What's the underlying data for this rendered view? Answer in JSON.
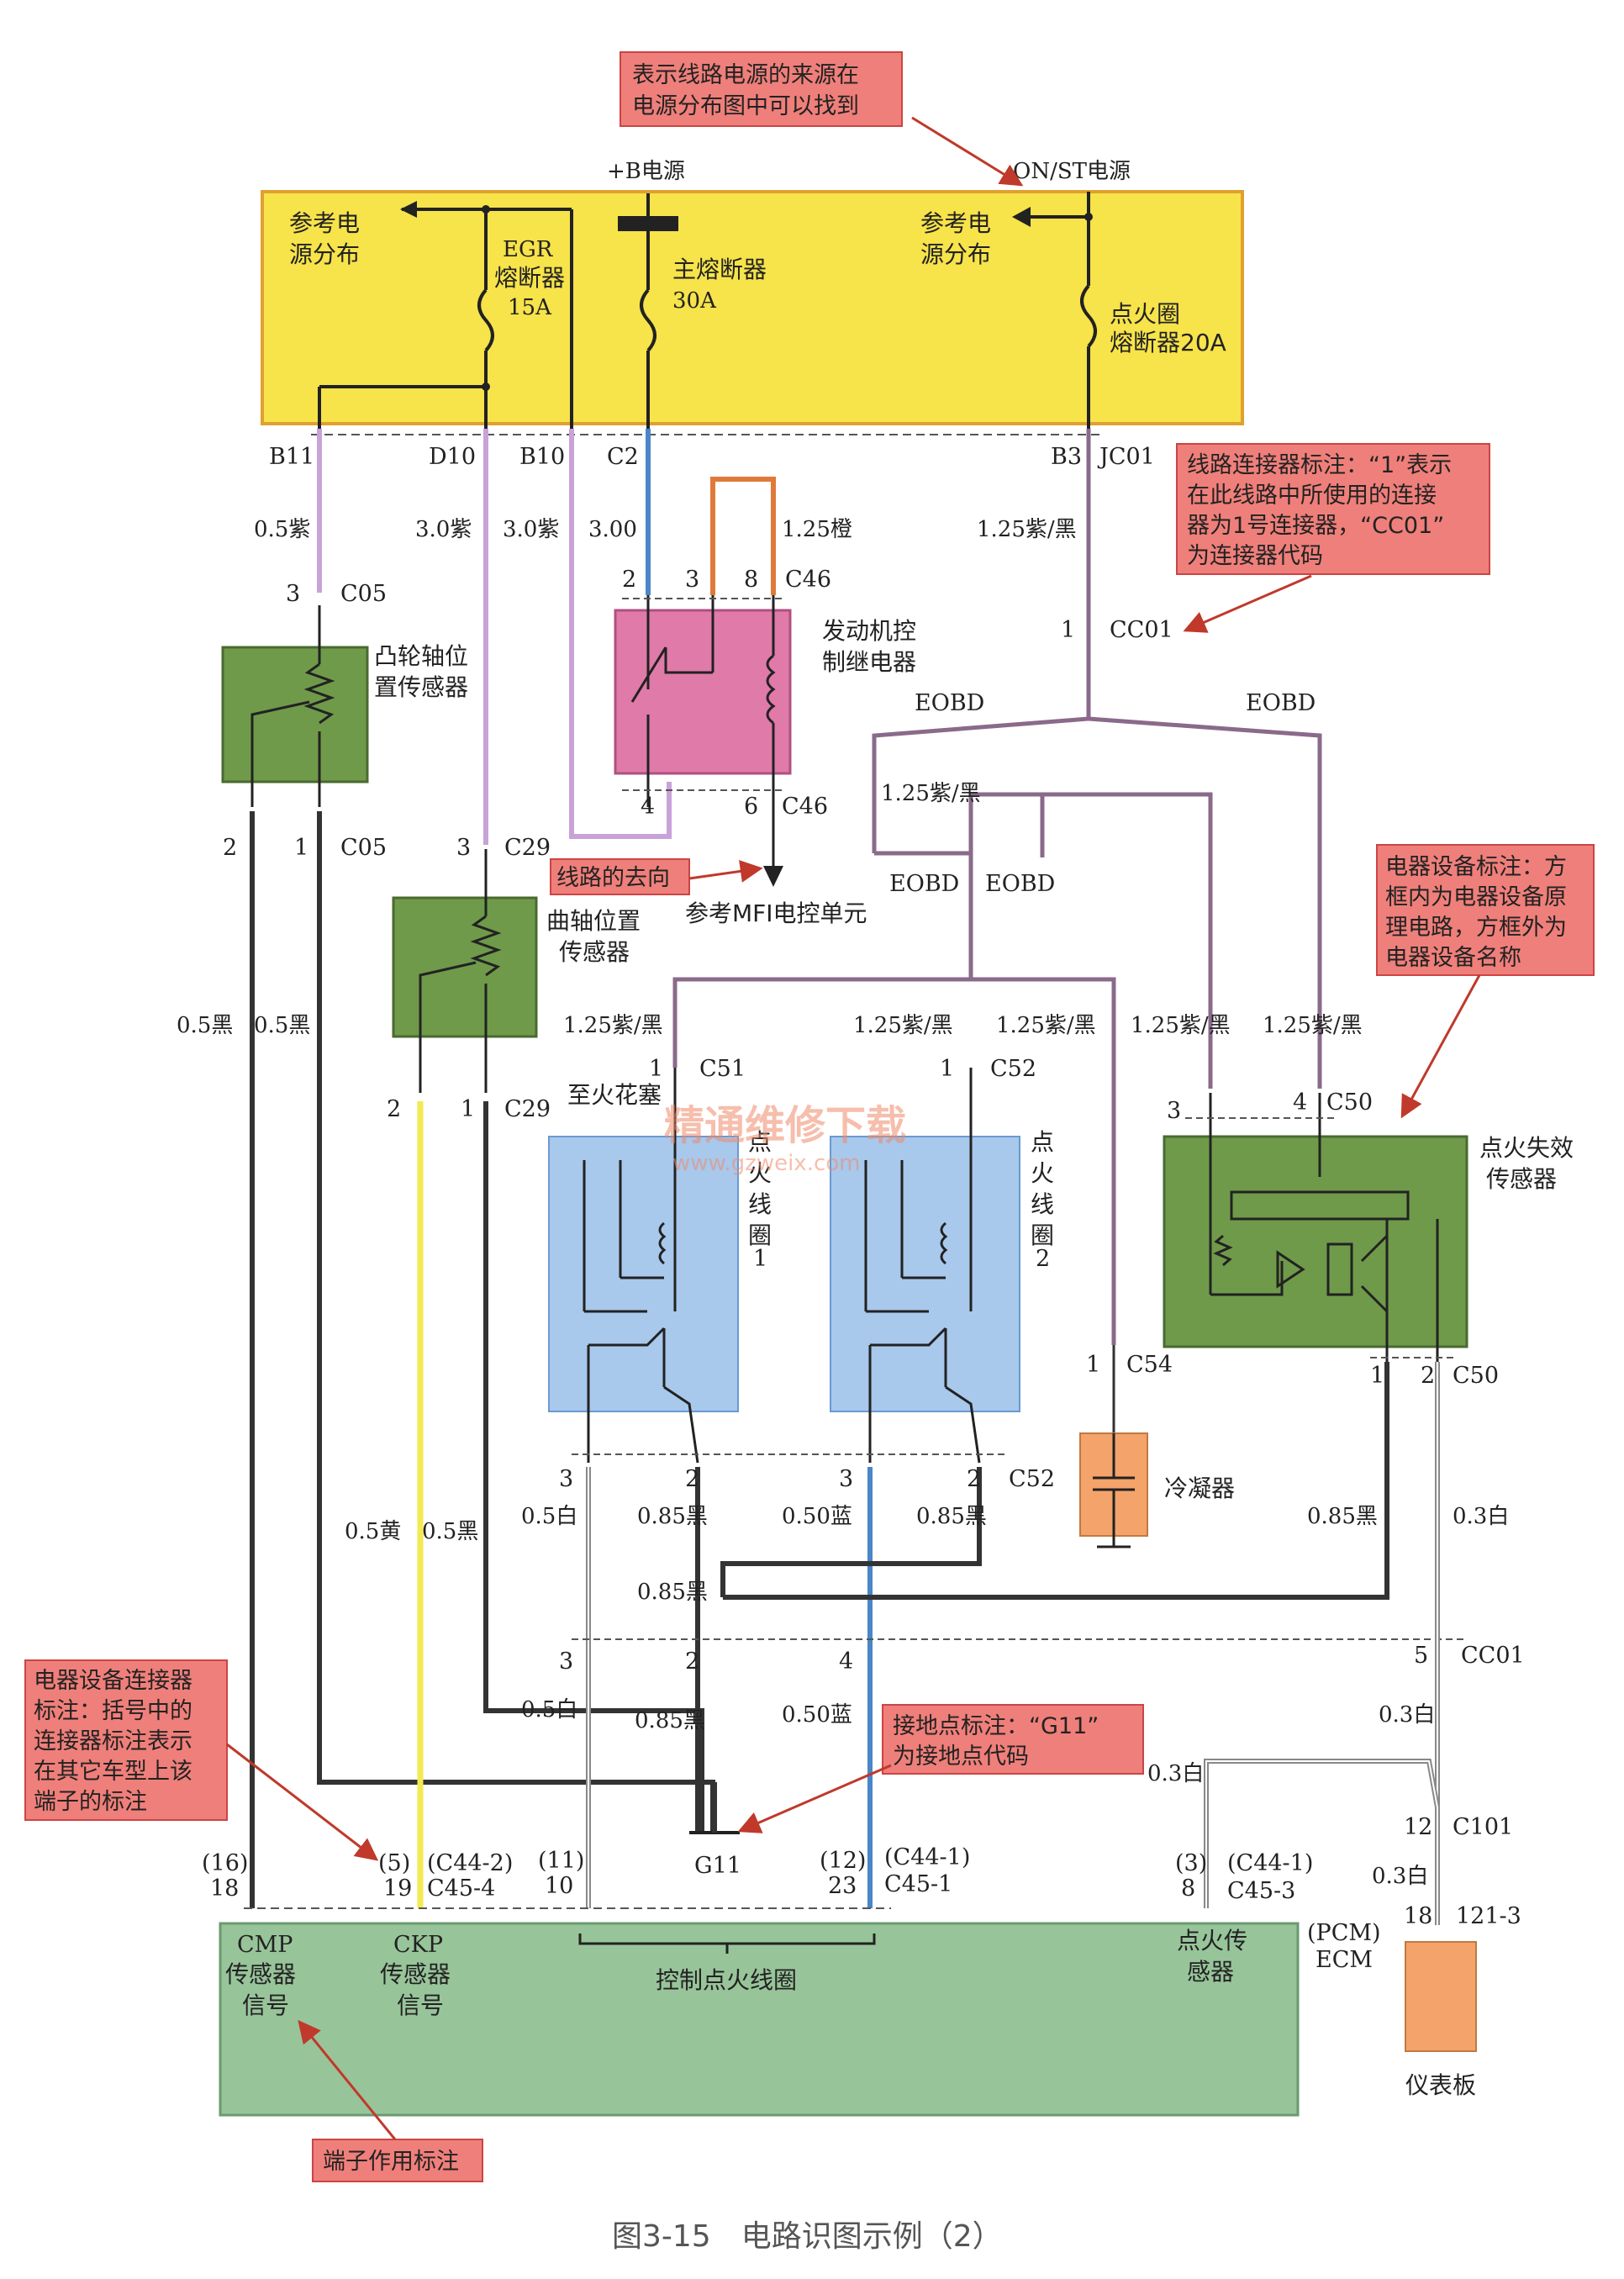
{
  "caption": "图3-15　电路识图示例（2）",
  "watermark": {
    "line1": "精通维修下载",
    "line2": "www.gzweix.com"
  },
  "power": {
    "bplus": "+B电源",
    "onst": "ON/ST电源"
  },
  "fusebox": {
    "ref_left_1": "参考电",
    "ref_left_2": "源分布",
    "ref_right_1": "参考电",
    "ref_right_2": "源分布",
    "egr_1": "EGR",
    "egr_2": "熔断器",
    "egr_3": "15A",
    "main_1": "主熔断器",
    "main_2": "30A",
    "ign_1": "点火圈",
    "ign_2": "熔断器20A"
  },
  "terminals": {
    "b11": "B11",
    "d10": "D10",
    "b10": "B10",
    "c2": "C2",
    "b3": "B3",
    "jc01": "JC01"
  },
  "wires": {
    "w_b11": "0.5紫",
    "w_d10": "3.0紫",
    "w_b10": "3.0紫",
    "w_c2": "3.00",
    "w_orange": "1.25橙",
    "w_b3": "1.25紫/黑",
    "w_eobd_mid": "1.25紫/黑",
    "w_blk1": "0.5黑",
    "w_blk2": "0.5黑",
    "w_c51": "1.25紫/黑",
    "w_c52a": "1.25紫/黑",
    "w_c52b": "1.25紫/黑",
    "w_c50a": "1.25紫/黑",
    "w_c50b": "1.25紫/黑",
    "w_yel": "0.5黄",
    "w_blk3": "0.5黑",
    "w_wh1": "0.5白",
    "w_bk85a": "0.85黑",
    "w_blue1": "0.50蓝",
    "w_bk85b": "0.85黑",
    "w_bk85c": "0.85黑",
    "w_bk85d": "0.85黑",
    "w_wh03a": "0.3白",
    "w_wh2": "0.5白",
    "w_bk85e": "0.85黑",
    "w_blue2": "0.50蓝",
    "w_wh03b": "0.3白",
    "w_wh03c": "0.3白",
    "w_wh03d": "0.3白"
  },
  "connectors": {
    "c05_top": "C05",
    "c05_bot": "C05",
    "c29_top": "C29",
    "c29_bot": "C29",
    "c46_top": "C46",
    "c46_bot": "C46",
    "cc01_top": "CC01",
    "cc01_bot": "CC01",
    "c51": "C51",
    "c52_top": "C52",
    "c52_bot": "C52",
    "c50_top": "C50",
    "c50_bot": "C50",
    "c54": "C54",
    "c101": "C101",
    "c121": "121-3",
    "eobd1": "EOBD",
    "eobd2": "EOBD",
    "eobd3": "EOBD",
    "eobd4": "EOBD"
  },
  "pins": {
    "p3a": "3",
    "p2a": "2",
    "p1a": "1",
    "p3b": "3",
    "p2b": "2",
    "p1b": "1",
    "r2": "2",
    "r3": "3",
    "r8": "8",
    "r4": "4",
    "r6": "6",
    "cc1": "1",
    "c51_1": "1",
    "c52_1": "1",
    "c50_3": "3",
    "c50_4": "4",
    "c50_1": "1",
    "c50_2": "2",
    "c54_1": "1",
    "k3a": "3",
    "k2a": "2",
    "k3b": "3",
    "k2b": "2",
    "m3": "3",
    "m2": "2",
    "m4": "4",
    "m5": "5",
    "c101_12": "12",
    "c121_18": "18",
    "e16": "(16)",
    "e18": "18",
    "e5": "(5)",
    "e19": "19",
    "e11": "(11)",
    "e10": "10",
    "e12": "(12)",
    "e23": "23",
    "e3": "(3)",
    "e8": "8"
  },
  "ecm_conn": {
    "c44_2": "(C44-2)",
    "c45_4": "C45-4",
    "c44_1a": "(C44-1)",
    "c45_1": "C45-1",
    "c44_1b": "(C44-1)",
    "c45_3": "C45-3"
  },
  "components": {
    "cmp_1": "凸轮轴位",
    "cmp_2": "置传感器",
    "ckp_1": "曲轴位置",
    "ckp_2": "传感器",
    "relay_1": "发动机控",
    "relay_2": "制继电器",
    "mfi": "参考MFI电控单元",
    "coil1": [
      "点",
      "火",
      "线",
      "圈",
      "1"
    ],
    "coil2": [
      "点",
      "火",
      "线",
      "圈",
      "2"
    ],
    "spark": "至火花塞",
    "fail_1": "点火失效",
    "fail_2": "传感器",
    "cond": "冷凝器",
    "g11": "G11",
    "ecm_cmp": [
      "CMP",
      "传感器",
      "信号"
    ],
    "ecm_ckp": [
      "CKP",
      "传感器",
      "信号"
    ],
    "ecm_ctrl": "控制点火线圈",
    "ecm_ign": [
      "点火传",
      "感器"
    ],
    "ecm_pcm": "(PCM)",
    "ecm_ecm": "ECM",
    "panel": "仪表板"
  },
  "notes": {
    "power_src": [
      "表示线路电源的来源在",
      "电源分布图中可以找到"
    ],
    "conn_label": [
      "线路连接器标注：“1”表示",
      "在此线路中所使用的连接",
      "器为1号连接器，“CC01”",
      "为连接器代码"
    ],
    "direction": "线路的去向",
    "device": [
      "电器设备标注：方",
      "框内为电器设备原",
      "理电路，方框外为",
      "电器设备名称"
    ],
    "dev_conn": [
      "电器设备连接器",
      "标注：括号中的",
      "连接器标注表示",
      "在其它车型上该",
      "端子的标注"
    ],
    "ground": [
      "接地点标注：“G11”",
      "为接地点代码"
    ],
    "terminal_fn": "端子作用标注"
  }
}
